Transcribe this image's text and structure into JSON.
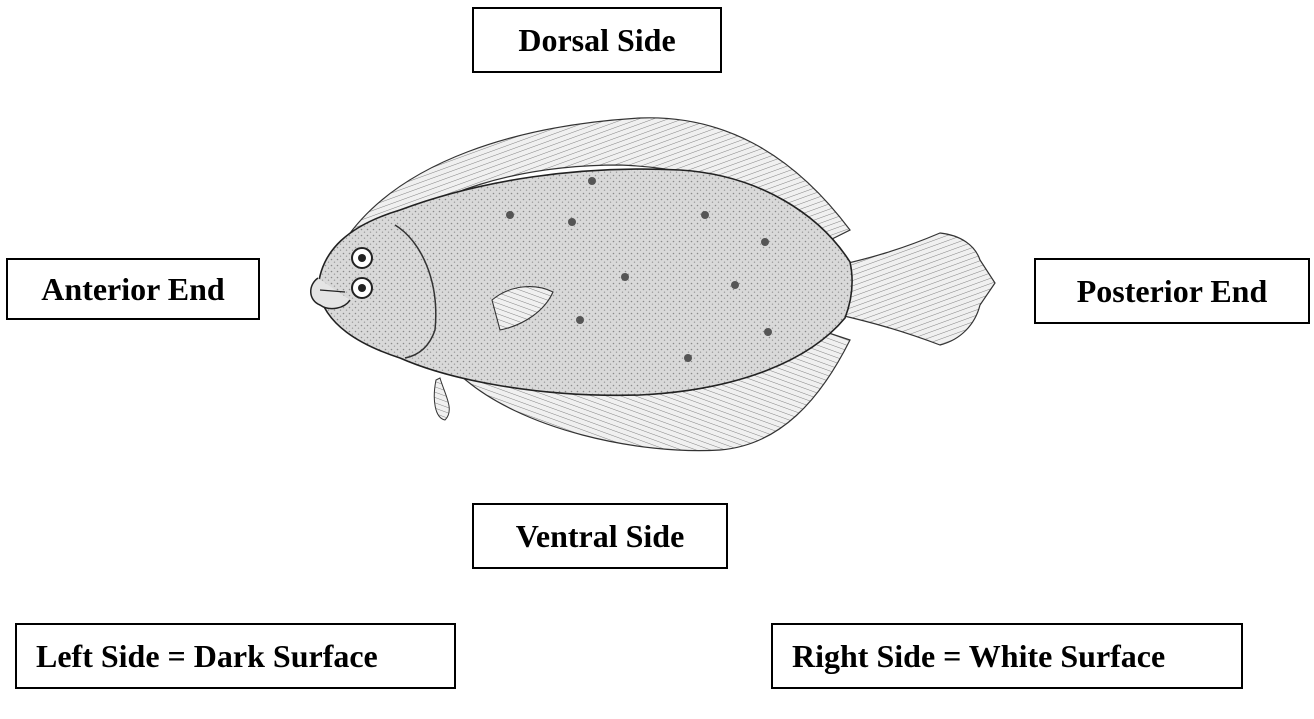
{
  "labels": {
    "dorsal": "Dorsal Side",
    "ventral": "Ventral Side",
    "anterior": "Anterior End",
    "posterior": "Posterior End",
    "left_side": "Left Side = Dark Surface",
    "right_side": "Right Side = White Surface"
  },
  "illustration": {
    "subject": "flounder-fish",
    "colors": {
      "line": "#222222",
      "body": "#d6d6d6",
      "fin": "#ececec",
      "spot": "#555555"
    }
  }
}
